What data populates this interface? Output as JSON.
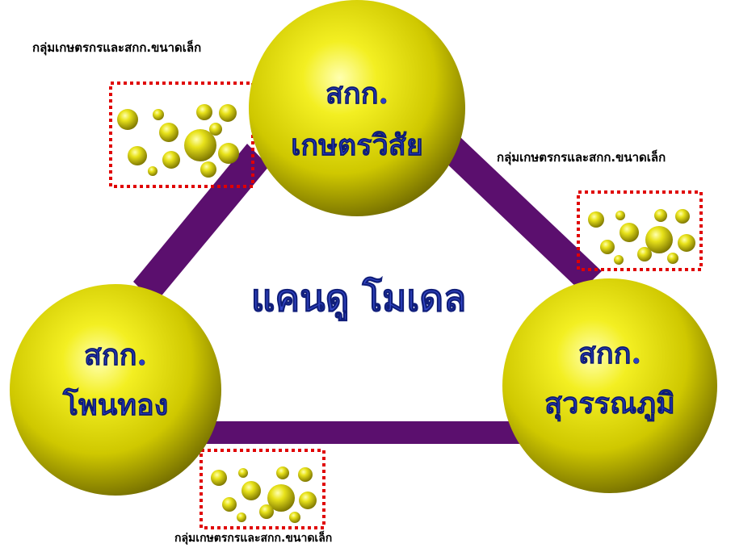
{
  "diagram": {
    "center_title": "แคนดู โมเดล",
    "colors": {
      "connector": "#5b0f6e",
      "sphere_light": "#ffff9a",
      "sphere_main": "#e5e000",
      "sphere_dark": "#7a7400",
      "text_blue": "#2a3fc8",
      "dotted_border": "#e00000"
    },
    "nodes": [
      {
        "id": "kaset",
        "line1": "สกก.",
        "line2": "เกษตรวิสัย"
      },
      {
        "id": "phonthong",
        "line1": "สกก.",
        "line2": "โพนทอง"
      },
      {
        "id": "suwannaphum",
        "line1": "สกก.",
        "line2": "สุวรรณภูมิ"
      }
    ],
    "groups": [
      {
        "id": "top-left",
        "caption": "กลุ่มเกษตรกรและสกก.ขนาดเล็ก"
      },
      {
        "id": "right",
        "caption": "กลุ่มเกษตรกรและสกก.ขนาดเล็ก"
      },
      {
        "id": "bottom",
        "caption": "กลุ่มเกษตรกรและสกก.ขนาดเล็ก"
      }
    ]
  }
}
